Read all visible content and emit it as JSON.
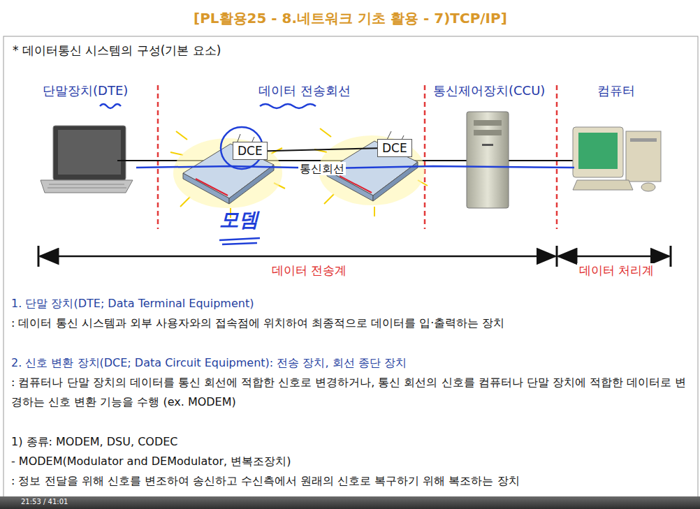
{
  "diagram": {
    "title": "[PL활용25 - 8.네트워크 기초 활용 - 7)TCP/IP]",
    "nodes": [
      {
        "text": [
          "DCE"
        ]
      },
      {
        "text": [
          "DCE"
        ]
      }
    ],
    "edges": [
      {
        "from": 0,
        "to": 1,
        "arrow": "none",
        "label": "통신회선"
      }
    ],
    "labels": [
      "* 데이터통신 시스템의 구성(기본 요소)",
      "단말장치(DTE)",
      "데이터 전송회선",
      "통신제어장치(CCU)",
      "컴퓨터",
      "모뎀",
      "데이터 전송계",
      "데이터 처리계",
      "1. 단말 장치(DTE; Data Terminal Equipment)",
      ": 데이터 통신 시스템과 외부 사용자와의 접속점에 위치하여 최종적으로 데이터를 입·출력하는 장치",
      "2. 신호 변환 장치(DCE; Data Circuit Equipment): 전송 장치, 회선 종단 장치",
      ": 컴퓨터나 단말 장치의 데이터를 통신 회선에 적합한 신호로 변경하거나, 통신 회선의 신호를 컴퓨터나 단말 장치에 적합한 데이터로 변경하는 신호 변환 기능을 수행 (ex. MODEM)",
      "1) 종류: MODEM, DSU, CODEC",
      "- MODEM(Modulator and DEModulator, 변복조장치)",
      ": 정보 전달을 위해 신호를 변조하여 송신하고 수신측에서 원래의 신호로 복구하기 위해 복조하는 장치",
      "21:53 / 41:01"
    ]
  }
}
